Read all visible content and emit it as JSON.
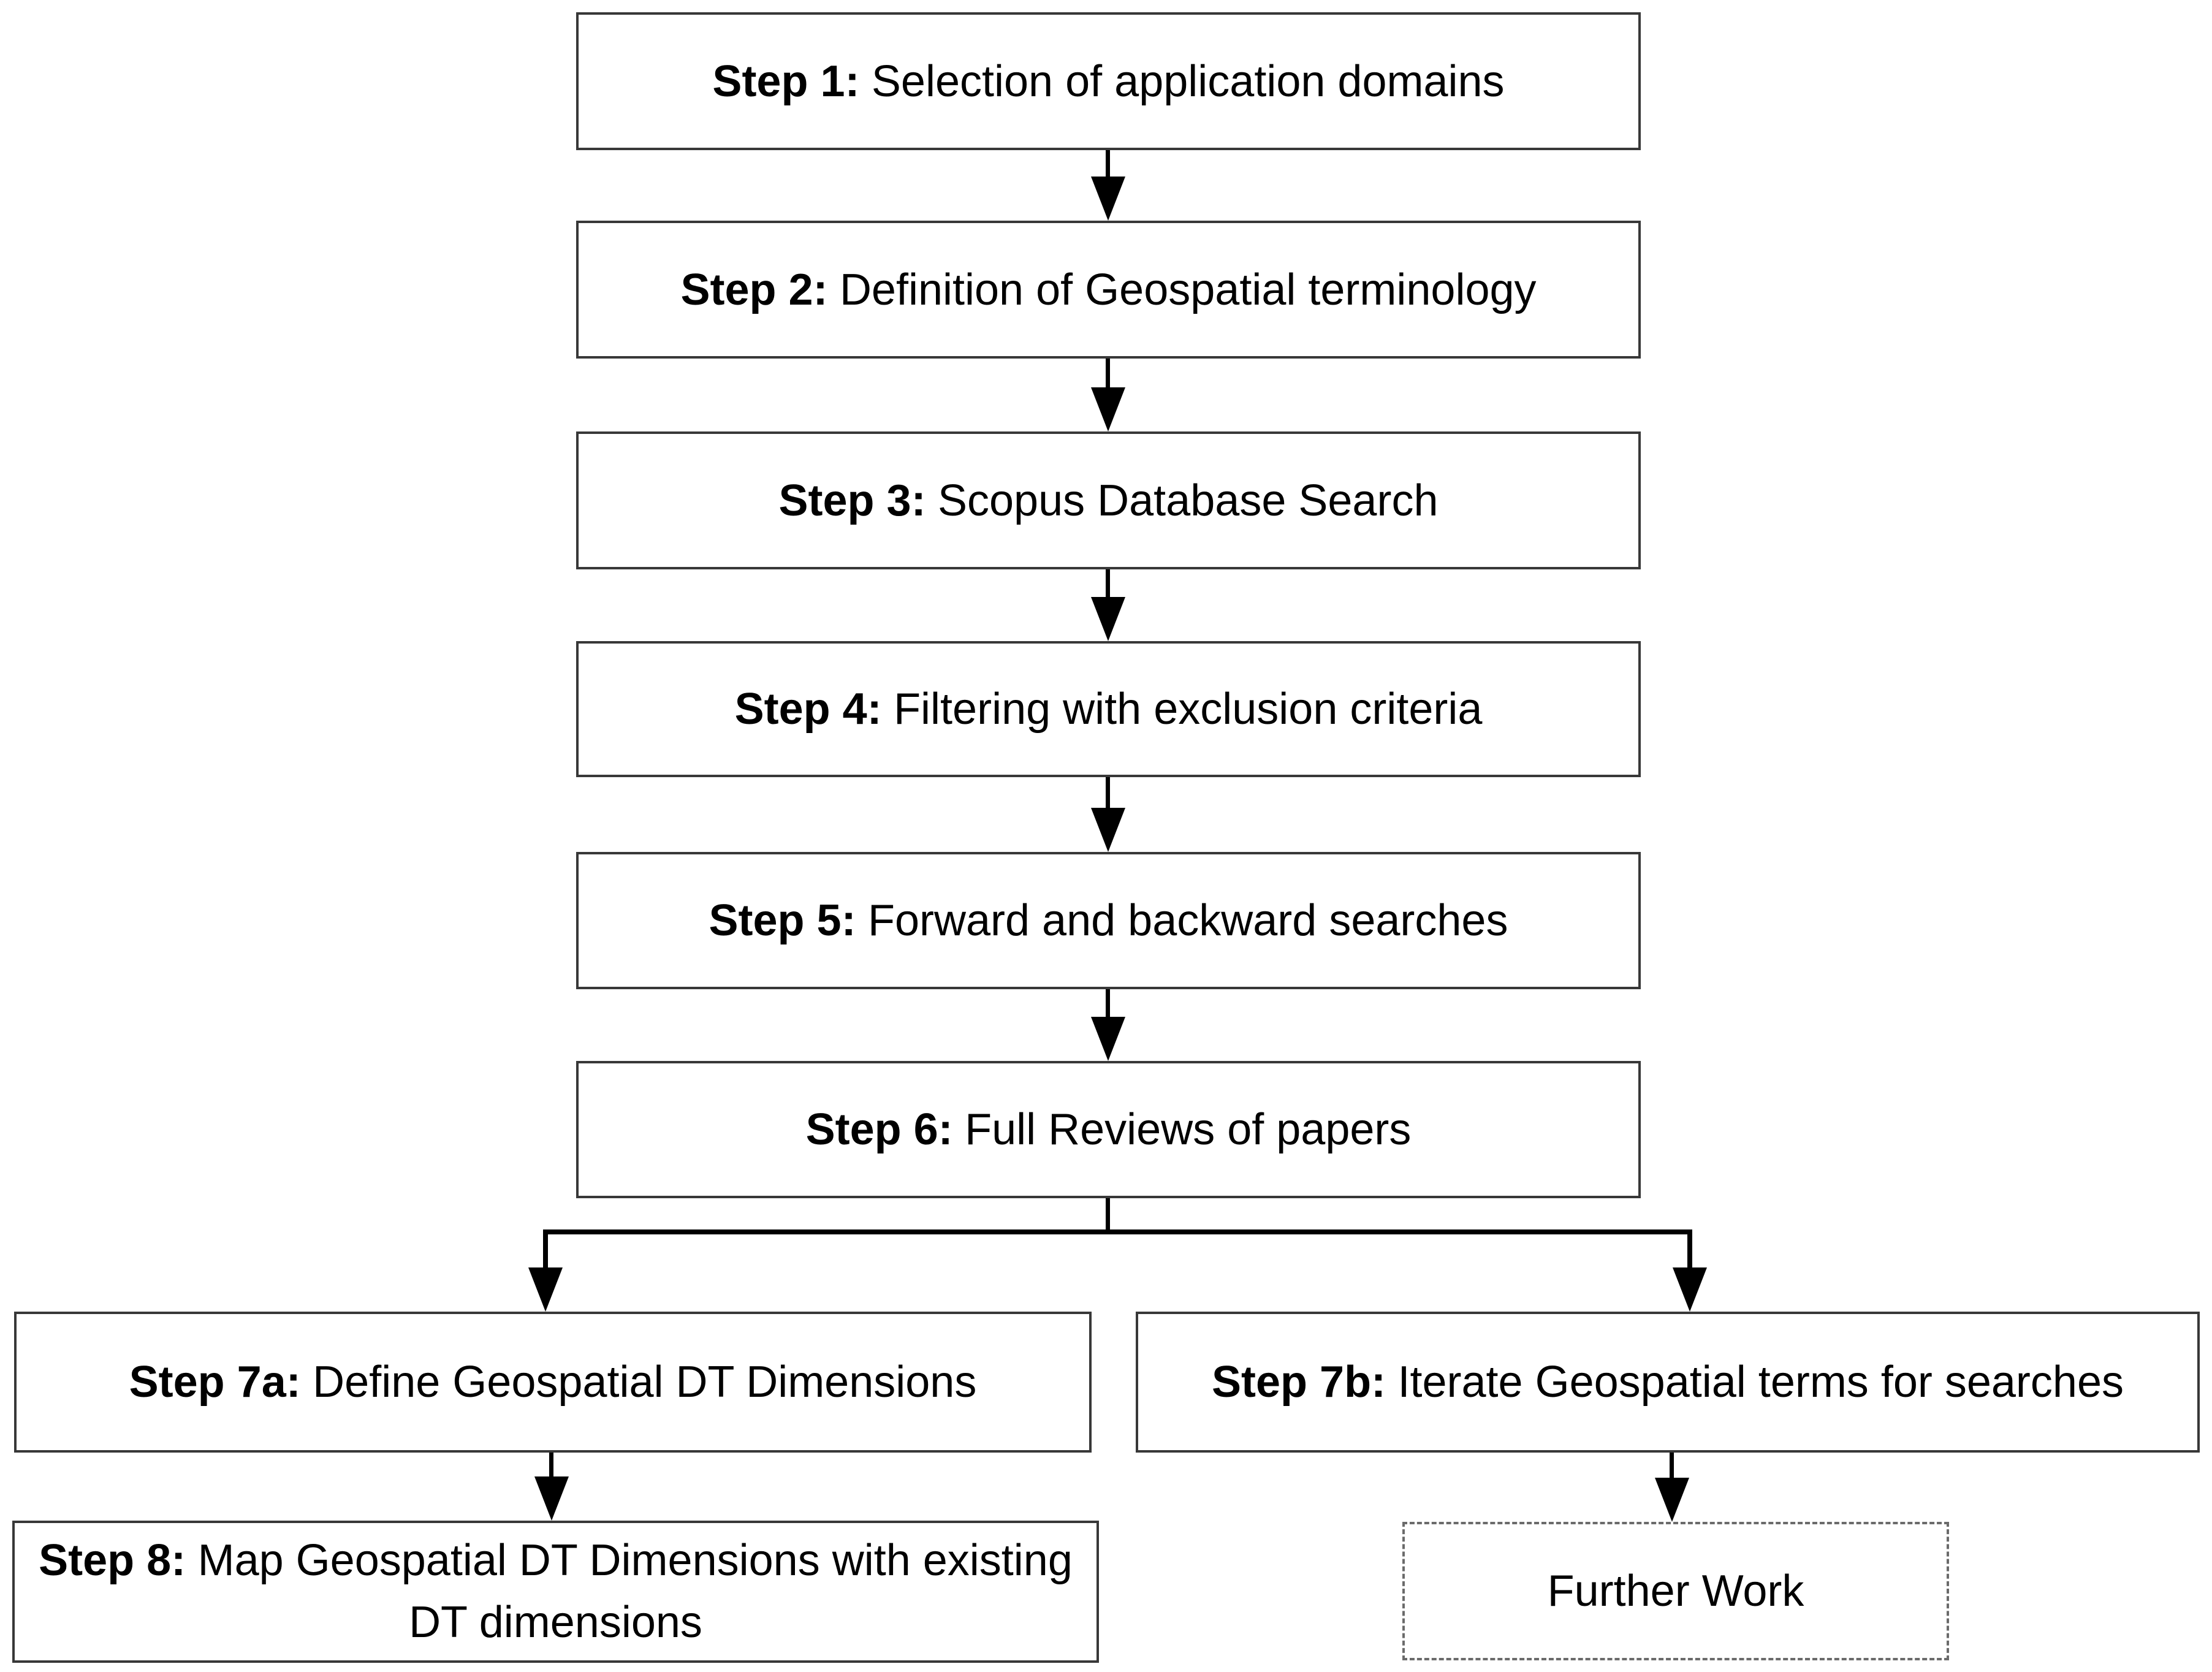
{
  "figure": {
    "title": "Research methodology flowchart",
    "colors": {
      "background": "#ffffff",
      "box_border": "#383838",
      "dashed_border": "#6b6b6b",
      "arrow": "#000000",
      "text": "#000000"
    },
    "steps": [
      {
        "label": "Step 1:",
        "text": "Selection of application domains"
      },
      {
        "label": "Step 2:",
        "text": "Definition of Geospatial terminology"
      },
      {
        "label": "Step 3:",
        "text": "Scopus Database Search"
      },
      {
        "label": "Step 4:",
        "text": "Filtering with exclusion criteria"
      },
      {
        "label": "Step 5:",
        "text": "Forward and backward searches"
      },
      {
        "label": "Step 6:",
        "text": "Full Reviews of papers"
      },
      {
        "label": "Step 7a:",
        "text": "Define Geospatial DT Dimensions"
      },
      {
        "label": "Step 7b:",
        "text": "Iterate Geospatial terms for searches"
      },
      {
        "label": "Step 8:",
        "text": "Map Geospatial DT Dimensions with existing",
        "text2": "DT dimensions"
      },
      {
        "label": "",
        "text": "Further Work"
      }
    ],
    "connections": [
      [
        "Step 1",
        "Step 2"
      ],
      [
        "Step 2",
        "Step 3"
      ],
      [
        "Step 3",
        "Step 4"
      ],
      [
        "Step 4",
        "Step 5"
      ],
      [
        "Step 5",
        "Step 6"
      ],
      [
        "Step 6",
        "Step 7a"
      ],
      [
        "Step 6",
        "Step 7b"
      ],
      [
        "Step 7a",
        "Step 8"
      ],
      [
        "Step 7b",
        "Further Work"
      ]
    ]
  }
}
